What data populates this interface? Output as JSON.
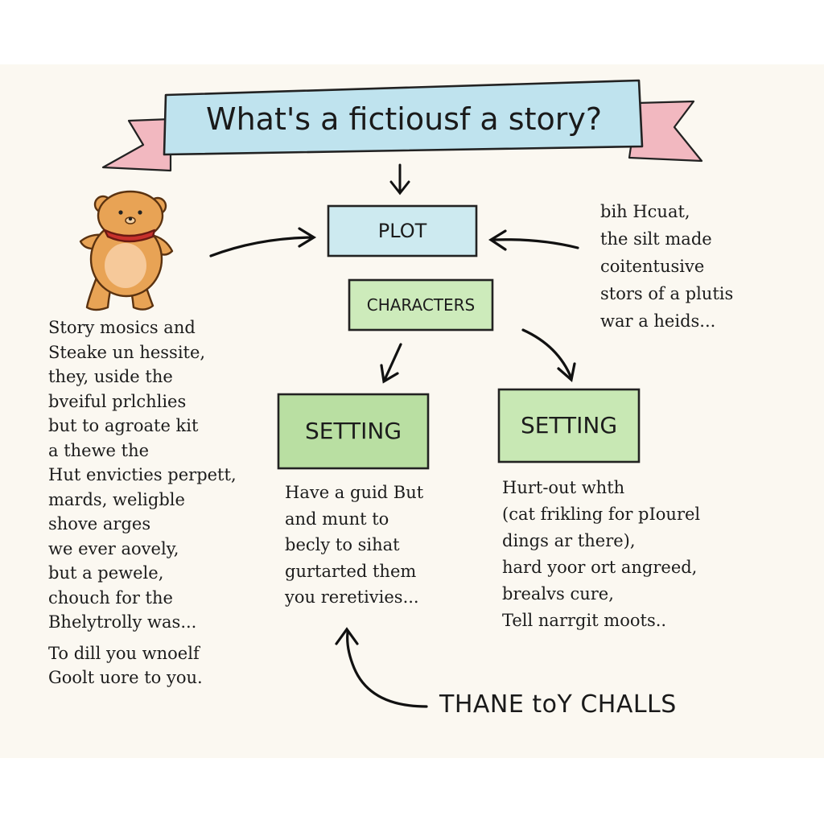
{
  "title": "What's a fictiousf a story?",
  "boxes": {
    "plot": "PLOT",
    "characters": "CHARACTERS",
    "setting_left": "SETTING",
    "setting_right": "SETTING"
  },
  "colors": {
    "banner_blue": "#bfe3ee",
    "ribbon_pink": "#f2b8c0",
    "box_green": "#b9dfa2",
    "box_blue": "#cdeaf0",
    "bear": "#e8a355"
  },
  "notes": {
    "top_right": [
      "bih Hcuat,",
      "the silt made",
      "coitentusive",
      "stors of a plutis",
      "war a heids..."
    ],
    "left": [
      "Story mosics and",
      "Steake un hessite,",
      "they, uside the",
      "bveiful prlchlies",
      "but to agroate kit",
      "a thewe the",
      "Hut envicties perpett,",
      "mards, weligble",
      "shove arges",
      "we ever aovely,",
      "but a pewele,",
      "chouch for the",
      "Bhelytrolly was...",
      "To dill you wnoelf",
      "Goolt uore to you."
    ],
    "middle": [
      "Have a guid But",
      "and munt to",
      "becly to sihat",
      "gurtarted them",
      "you reretivies..."
    ],
    "right": [
      "Hurt-out whth",
      "(cat frikling for pIourel",
      "dings ar there),",
      "hard yoor ort angreed,",
      "brealvs cure,",
      "Tell narrgit moots.."
    ]
  },
  "caption": "THANE toY CHALLS",
  "icons": [
    "bear-icon",
    "arrow-down-icon",
    "arrow-right-icon",
    "arrow-left-icon",
    "arrow-up-curved-icon"
  ]
}
